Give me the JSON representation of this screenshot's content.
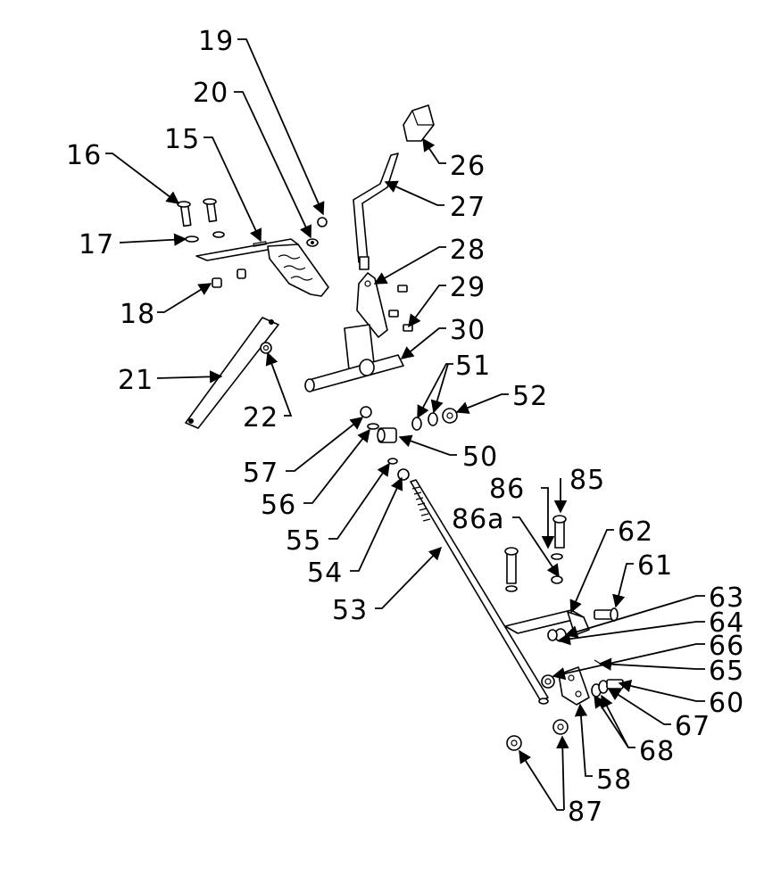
{
  "callouts": [
    {
      "id": "c19",
      "text": "19"
    },
    {
      "id": "c20",
      "text": "20"
    },
    {
      "id": "c16",
      "text": "16"
    },
    {
      "id": "c15",
      "text": "15"
    },
    {
      "id": "c17",
      "text": "17"
    },
    {
      "id": "c18",
      "text": "18"
    },
    {
      "id": "c21",
      "text": "21"
    },
    {
      "id": "c22",
      "text": "22"
    },
    {
      "id": "c26",
      "text": "26"
    },
    {
      "id": "c27",
      "text": "27"
    },
    {
      "id": "c28",
      "text": "28"
    },
    {
      "id": "c29",
      "text": "29"
    },
    {
      "id": "c30",
      "text": "30"
    },
    {
      "id": "c51",
      "text": "51"
    },
    {
      "id": "c52",
      "text": "52"
    },
    {
      "id": "c50",
      "text": "50"
    },
    {
      "id": "c57",
      "text": "57"
    },
    {
      "id": "c56",
      "text": "56"
    },
    {
      "id": "c55",
      "text": "55"
    },
    {
      "id": "c54",
      "text": "54"
    },
    {
      "id": "c53",
      "text": "53"
    },
    {
      "id": "c86",
      "text": "86"
    },
    {
      "id": "c85",
      "text": "85"
    },
    {
      "id": "c86a",
      "text": "86a"
    },
    {
      "id": "c62",
      "text": "62"
    },
    {
      "id": "c61",
      "text": "61"
    },
    {
      "id": "c63",
      "text": "63"
    },
    {
      "id": "c64",
      "text": "64"
    },
    {
      "id": "c66",
      "text": "66"
    },
    {
      "id": "c65",
      "text": "65"
    },
    {
      "id": "c60",
      "text": "60"
    },
    {
      "id": "c67",
      "text": "67"
    },
    {
      "id": "c68",
      "text": "68"
    },
    {
      "id": "c58",
      "text": "58"
    },
    {
      "id": "c87",
      "text": "87"
    }
  ]
}
